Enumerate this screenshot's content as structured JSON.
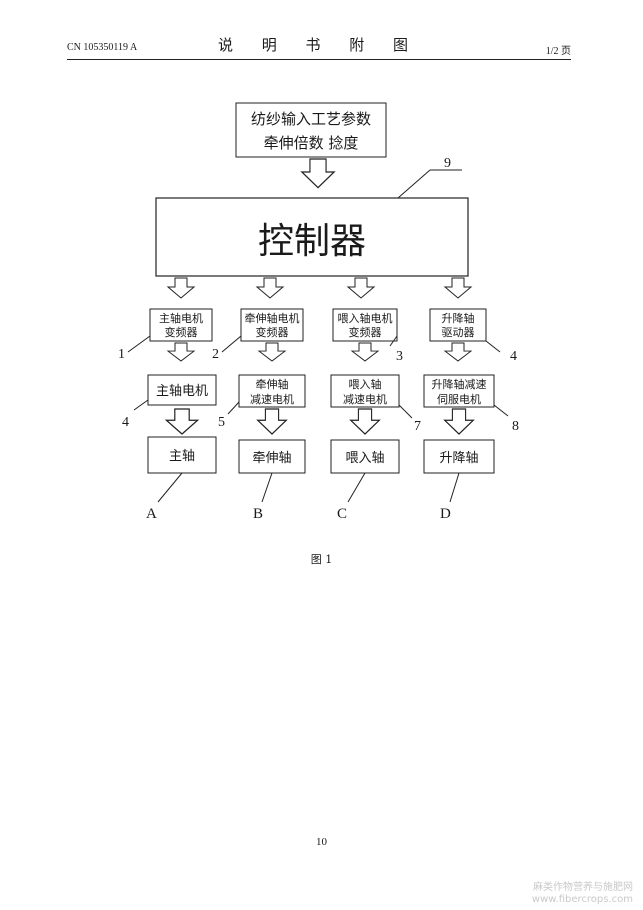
{
  "header": {
    "left": "CN 105350119 A",
    "center": "说 明 书 附 图",
    "right": "1/2 页"
  },
  "boxes": {
    "input_line1": "纺纱输入工艺参数",
    "input_line2": "牵伸倍数 捻度",
    "controller": "控制器",
    "main_inverter_line1": "主轴电机",
    "main_inverter_line2": "变频器",
    "draft_inverter_line1": "牵伸轴电机",
    "draft_inverter_line2": "变频器",
    "feed_inverter_line1": "喂入轴电机",
    "feed_inverter_line2": "变频器",
    "lift_driver_line1": "升降轴",
    "lift_driver_line2": "驱动器",
    "main_motor": "主轴电机",
    "draft_motor_line1": "牵伸轴",
    "draft_motor_line2": "减速电机",
    "feed_motor_line1": "喂入轴",
    "feed_motor_line2": "减速电机",
    "lift_motor_line1": "升降轴减速",
    "lift_motor_line2": "伺服电机",
    "main_shaft": "主轴",
    "draft_shaft": "牵伸轴",
    "feed_shaft": "喂入轴",
    "lift_shaft": "升降轴"
  },
  "refs": {
    "controller": "9",
    "main_inverter": "1",
    "draft_inverter": "2",
    "feed_inverter": "3",
    "lift_driver": "4",
    "main_motor": "4",
    "draft_motor": "5",
    "feed_motor": "7",
    "lift_motor": "8",
    "main_shaft": "A",
    "draft_shaft": "B",
    "feed_shaft": "C",
    "lift_shaft": "D"
  },
  "caption": "图 1",
  "page_number": "10",
  "watermark": {
    "line1": "麻类作物营养与施肥网",
    "line2": "www.fibercrops.com"
  }
}
